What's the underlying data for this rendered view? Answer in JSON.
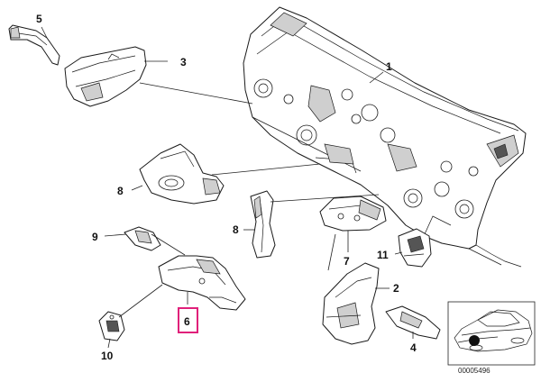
{
  "callouts": {
    "c1": "1",
    "c2": "2",
    "c3": "3",
    "c4": "4",
    "c5": "5",
    "c6": "6",
    "c7": "7",
    "c8": "8",
    "c8b": "8",
    "c9": "9",
    "c10": "10",
    "c11": "11"
  },
  "highlight": {
    "color": "#e0207a"
  },
  "catalog_number": "00005496"
}
